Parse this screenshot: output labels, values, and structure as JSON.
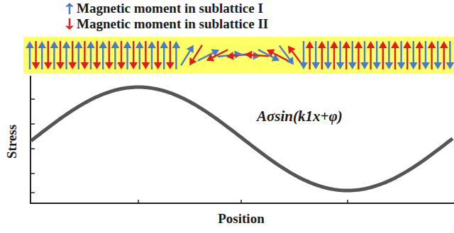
{
  "diagram": {
    "labels": [
      "Aσsin(k1x+φ)",
      "Stress",
      "Position"
    ],
    "legend": [
      {
        "text": "Magnetic moment in sublattice I",
        "color": "#4a7cc8"
      },
      {
        "text": "Magnetic moment in sublattice II",
        "color": "#e01e1e"
      }
    ]
  }
}
